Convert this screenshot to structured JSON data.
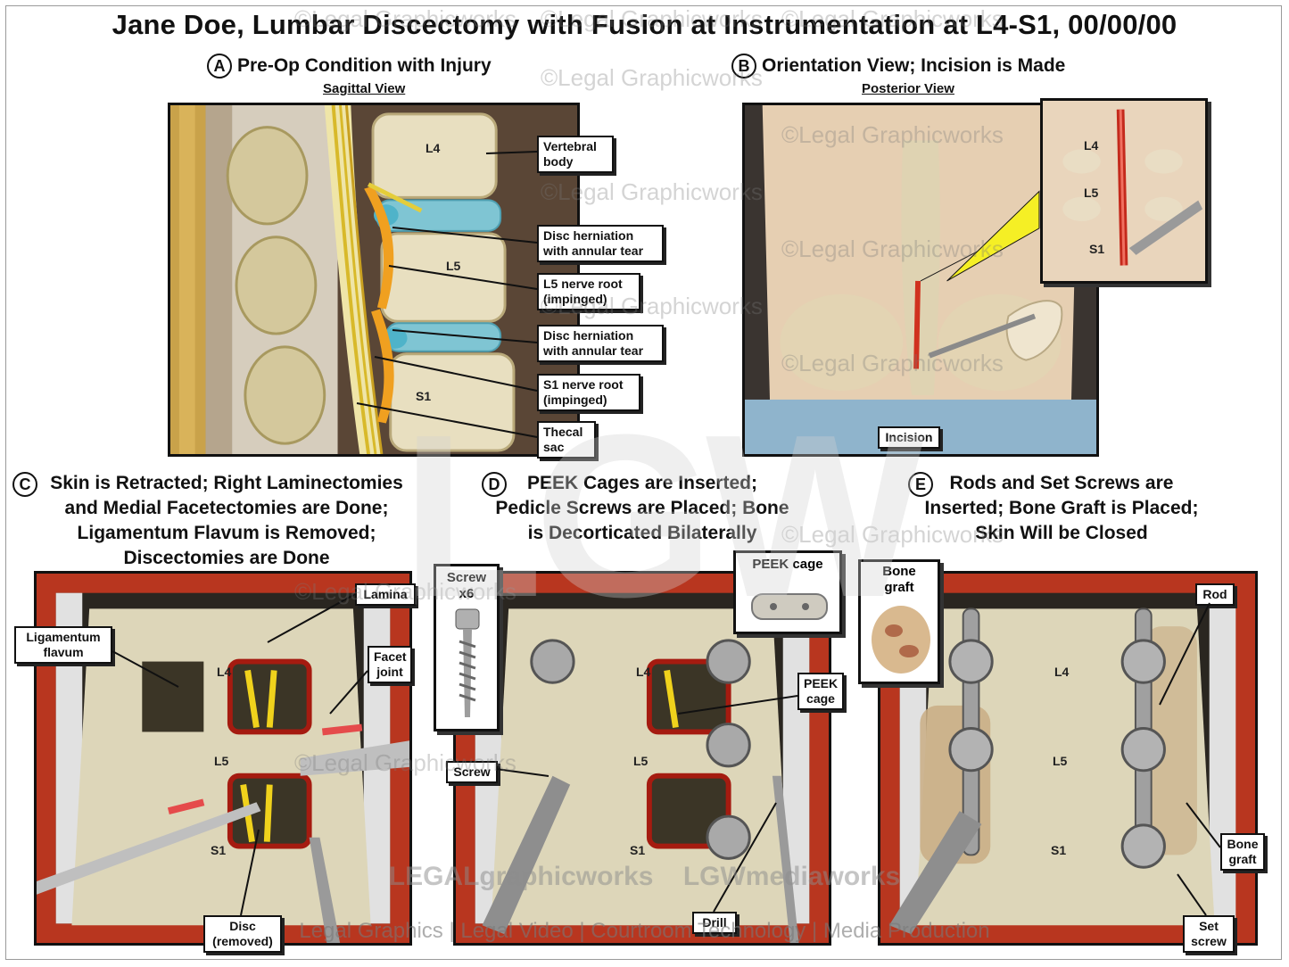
{
  "title": "Jane Doe, Lumbar Discectomy with Fusion at Instrumentation at L4-S1, 00/00/00",
  "sections": {
    "a": {
      "badge": "A",
      "title": "Pre-Op Condition with Injury",
      "view": "Sagittal View"
    },
    "b": {
      "badge": "B",
      "title": "Orientation View; Incision is Made",
      "view": "Posterior View"
    },
    "c": {
      "badge": "C",
      "line1": "Skin is Retracted; Right Laminectomies",
      "line2": "and Medial Facetectomies are Done;",
      "line3": "Ligamentum Flavum is Removed;",
      "line4": "Discectomies are Done"
    },
    "d": {
      "badge": "D",
      "line1": "PEEK Cages are Inserted;",
      "line2": "Pedicle Screws are Placed; Bone",
      "line3": "is Decorticated Bilaterally"
    },
    "e": {
      "badge": "E",
      "line1": "Rods and Set Screws are",
      "line2": "Inserted; Bone Graft is Placed;",
      "line3": "Skin Will be Closed"
    }
  },
  "panel_a": {
    "vertebrae": {
      "l4": "L4",
      "l5": "L5",
      "s1": "S1"
    },
    "callouts": {
      "vertebral_body": [
        "Vertebral",
        "body"
      ],
      "disc_herniation_1": [
        "Disc herniation",
        "with annular tear"
      ],
      "l5_nerve": [
        "L5 nerve root",
        "(impinged)"
      ],
      "disc_herniation_2": [
        "Disc herniation",
        "with annular tear"
      ],
      "s1_nerve": [
        "S1 nerve root",
        "(impinged)"
      ],
      "thecal_sac": [
        "Thecal",
        "sac"
      ]
    }
  },
  "panel_b": {
    "inset": {
      "l4": "L4",
      "l5": "L5",
      "s1": "S1"
    },
    "incision": "Incision"
  },
  "panel_c": {
    "vertebrae": {
      "l4": "L4",
      "l5": "L5",
      "s1": "S1"
    },
    "callouts": {
      "lamina": "Lamina",
      "ligamentum": [
        "Ligamentum",
        "flavum"
      ],
      "facet": [
        "Facet",
        "joint"
      ],
      "disc": [
        "Disc",
        "(removed)"
      ]
    }
  },
  "panel_d": {
    "vertebrae": {
      "l4": "L4",
      "l5": "L5",
      "s1": "S1"
    },
    "screw_inset": [
      "Screw",
      "x6"
    ],
    "peek_inset": "PEEK cage",
    "callouts": {
      "peek": [
        "PEEK",
        "cage"
      ],
      "screw": "Screw",
      "drill": "Drill"
    }
  },
  "panel_e": {
    "vertebrae": {
      "l4": "L4",
      "l5": "L5",
      "s1": "S1"
    },
    "graft_inset": [
      "Bone",
      "graft"
    ],
    "callouts": {
      "rod": "Rod",
      "bone_graft": [
        "Bone",
        "graft"
      ],
      "set_screw": [
        "Set",
        "screw"
      ]
    }
  },
  "watermark": {
    "text": "©Legal Graphicworks",
    "big": "LGW",
    "brand1": "LEGALgraphicworks",
    "brand2": "LGWmediaworks",
    "footer": "Legal Graphics | Legal Video | Courtroom Technology | Media Production"
  },
  "colors": {
    "bone": "#e8dfc0",
    "tissue": "#c0392b",
    "nerve": "#e8d23a",
    "disc": "#6fc6d8",
    "skin": "#e9d2b8",
    "drape": "#8fb4cc"
  }
}
